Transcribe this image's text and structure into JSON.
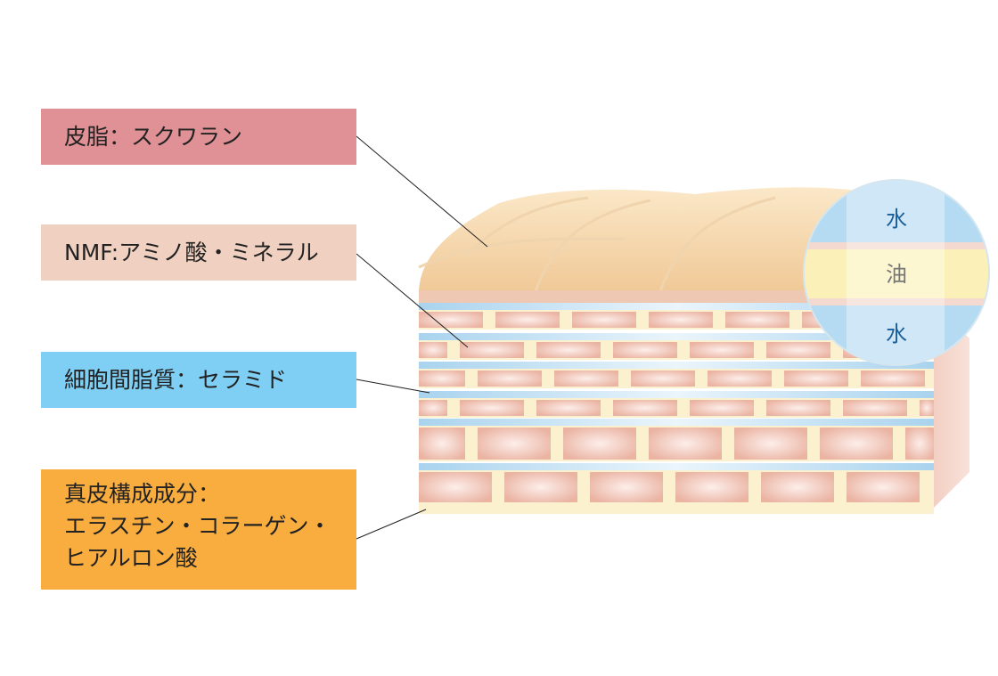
{
  "labels": {
    "sebum": "皮脂：スクワラン",
    "nmf": "NMF:アミノ酸・ミネラル",
    "intercellular": "細胞間脂質：セラミド",
    "dermis": "真皮構成成分：\nエラスチン・コラーゲン・\nヒアルロン酸"
  },
  "magnifier": {
    "water_top": "水",
    "oil": "油",
    "water_bottom": "水"
  },
  "colors": {
    "sebum": "#e09195",
    "nmf": "#f0d0c0",
    "intercellular": "#7fcff5",
    "dermis": "#f9ad3f"
  }
}
